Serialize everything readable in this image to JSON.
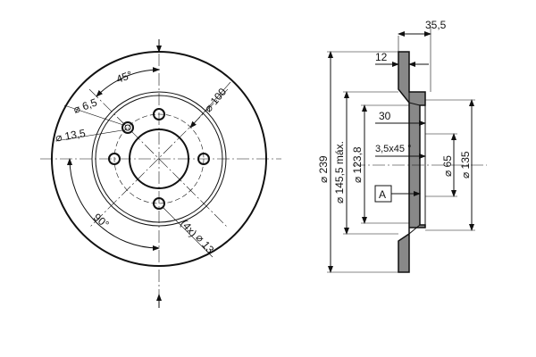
{
  "front_view": {
    "angle_top": "45°",
    "angle_bottom": "90°",
    "bolt_hole_dia": "⌀ 6,5",
    "bolt_hole_counterbore": "⌀ 13,5",
    "pcd": "⌀ 100",
    "stud_count": "(4x)",
    "stud_dia": "⌀ 13"
  },
  "side_view": {
    "total_width": "35,5",
    "disc_thickness": "12",
    "hat_depth": "30",
    "chamfer": "3,5x45 °",
    "outer_dia": "⌀ 239",
    "friction_inner_dia": "⌀ 145,5 máx.",
    "hat_outer_dia": "⌀ 123,8",
    "center_bore_dia": "⌀ 65",
    "hub_dia": "⌀ 135",
    "datum": "A"
  },
  "colors": {
    "line": "#111111",
    "section_fill": "#888888"
  }
}
